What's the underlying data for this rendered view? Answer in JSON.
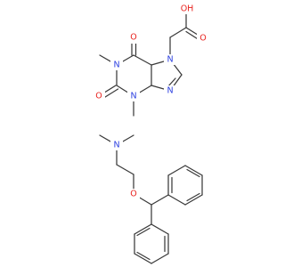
{
  "molecule": {
    "atoms": [
      {
        "id": "O6",
        "label": "O",
        "color": "#e8231f"
      },
      {
        "id": "N1",
        "label": "N",
        "color": "#2b3fe0"
      },
      {
        "id": "O2",
        "label": "O",
        "color": "#e8231f"
      },
      {
        "id": "N3",
        "label": "N",
        "color": "#2b3fe0"
      },
      {
        "id": "N9",
        "label": "N",
        "color": "#2b3fe0"
      },
      {
        "id": "N7",
        "label": "N",
        "color": "#2b3fe0"
      },
      {
        "id": "OH",
        "label": "OH",
        "color": "#e8231f"
      },
      {
        "id": "Oc",
        "label": "O",
        "color": "#e8231f"
      },
      {
        "id": "Nd",
        "label": "N",
        "color": "#2b3fe0"
      },
      {
        "id": "Oe",
        "label": "O",
        "color": "#e8231f"
      }
    ]
  }
}
